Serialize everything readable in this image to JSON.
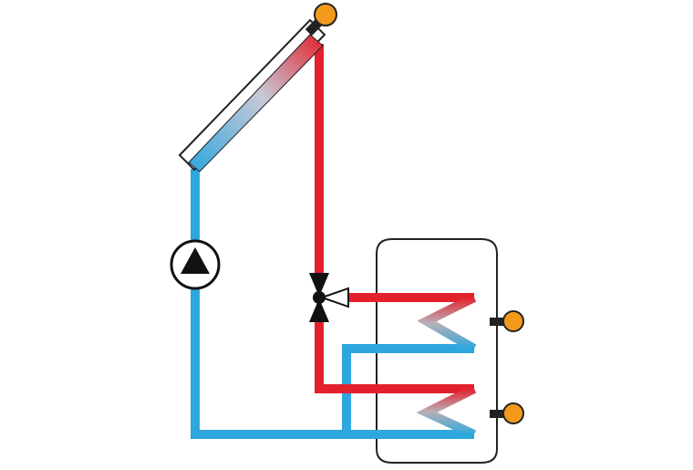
{
  "diagram": {
    "colors": {
      "hot": "#e3212d",
      "cold": "#2ea7de",
      "sensor": "#f39a1d",
      "outline": "#222222",
      "background": "#ffffff"
    },
    "components": [
      {
        "id": "solar-collector",
        "icon": "flat-plate-collector"
      },
      {
        "id": "collector-sensor",
        "icon": "temperature-sensor"
      },
      {
        "id": "circulation-pump",
        "icon": "pump-symbol"
      },
      {
        "id": "three-way-valve",
        "icon": "diverter-valve"
      },
      {
        "id": "storage-tank",
        "icon": "hot-water-cylinder"
      },
      {
        "id": "upper-heat-exchanger",
        "icon": "coil"
      },
      {
        "id": "lower-heat-exchanger",
        "icon": "coil"
      },
      {
        "id": "upper-tank-sensor",
        "icon": "temperature-sensor"
      },
      {
        "id": "lower-tank-sensor",
        "icon": "temperature-sensor"
      }
    ]
  }
}
